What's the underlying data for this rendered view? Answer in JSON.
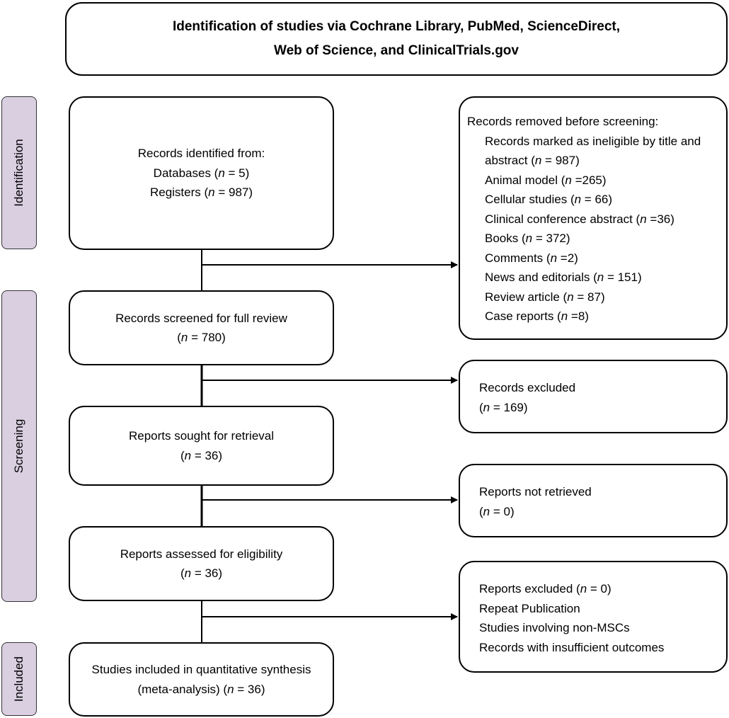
{
  "header": {
    "line1": "Identification of studies via Cochrane Library, PubMed, ScienceDirect,",
    "line2": "Web of Science, and ClinicalTrials.gov"
  },
  "phases": {
    "identification": "Identification",
    "screening": "Screening",
    "included": "Included"
  },
  "n_symbol": "n",
  "identified": {
    "line1": "Records identified from:",
    "databases_pre": "Databases (",
    "databases_post": " = 5)",
    "registers_pre": "Registers (",
    "registers_post": " = 987)"
  },
  "removed": {
    "heading": "Records removed before screening:",
    "items": [
      {
        "pre": "Records marked as ineligible by title and",
        "post": ""
      },
      {
        "pre": "abstract (",
        "post": " = 987)"
      },
      {
        "pre": "Animal model (",
        "post": " =265)"
      },
      {
        "pre": "Cellular studies (",
        "post": " = 66)"
      },
      {
        "pre": "Clinical conference abstract (",
        "post": " =36)"
      },
      {
        "pre": "Books (",
        "post": " = 372)"
      },
      {
        "pre": "Comments (",
        "post": " =2)"
      },
      {
        "pre": "News and editorials (",
        "post": " = 151)"
      },
      {
        "pre": "Review article (",
        "post": " = 87)"
      },
      {
        "pre": "Case reports (",
        "post": " =8)"
      }
    ]
  },
  "screened": {
    "line1": "Records screened for full review",
    "pre": "(",
    "post": " = 780)"
  },
  "excluded": {
    "line1": "Records excluded",
    "pre": "(",
    "post": " = 169)"
  },
  "sought": {
    "line1": "Reports sought for retrieval",
    "pre": "(",
    "post": " = 36)"
  },
  "not_retrieved": {
    "line1": "Reports not retrieved",
    "pre": "(",
    "post": " = 0)"
  },
  "assessed": {
    "line1": "Reports assessed for eligibility",
    "pre": "(",
    "post": " = 36)"
  },
  "reports_excluded": {
    "line1_pre": "Reports excluded (",
    "line1_post": " = 0)",
    "line2": "Repeat Publication",
    "line3": "Studies involving non-MSCs",
    "line4": "Records with insufficient outcomes"
  },
  "included": {
    "line1": "Studies included in quantitative synthesis",
    "line2_pre": "(meta-analysis) (",
    "line2_post": " = 36)"
  },
  "colors": {
    "phase_fill": "#d9cfe1",
    "stroke": "#000000"
  }
}
